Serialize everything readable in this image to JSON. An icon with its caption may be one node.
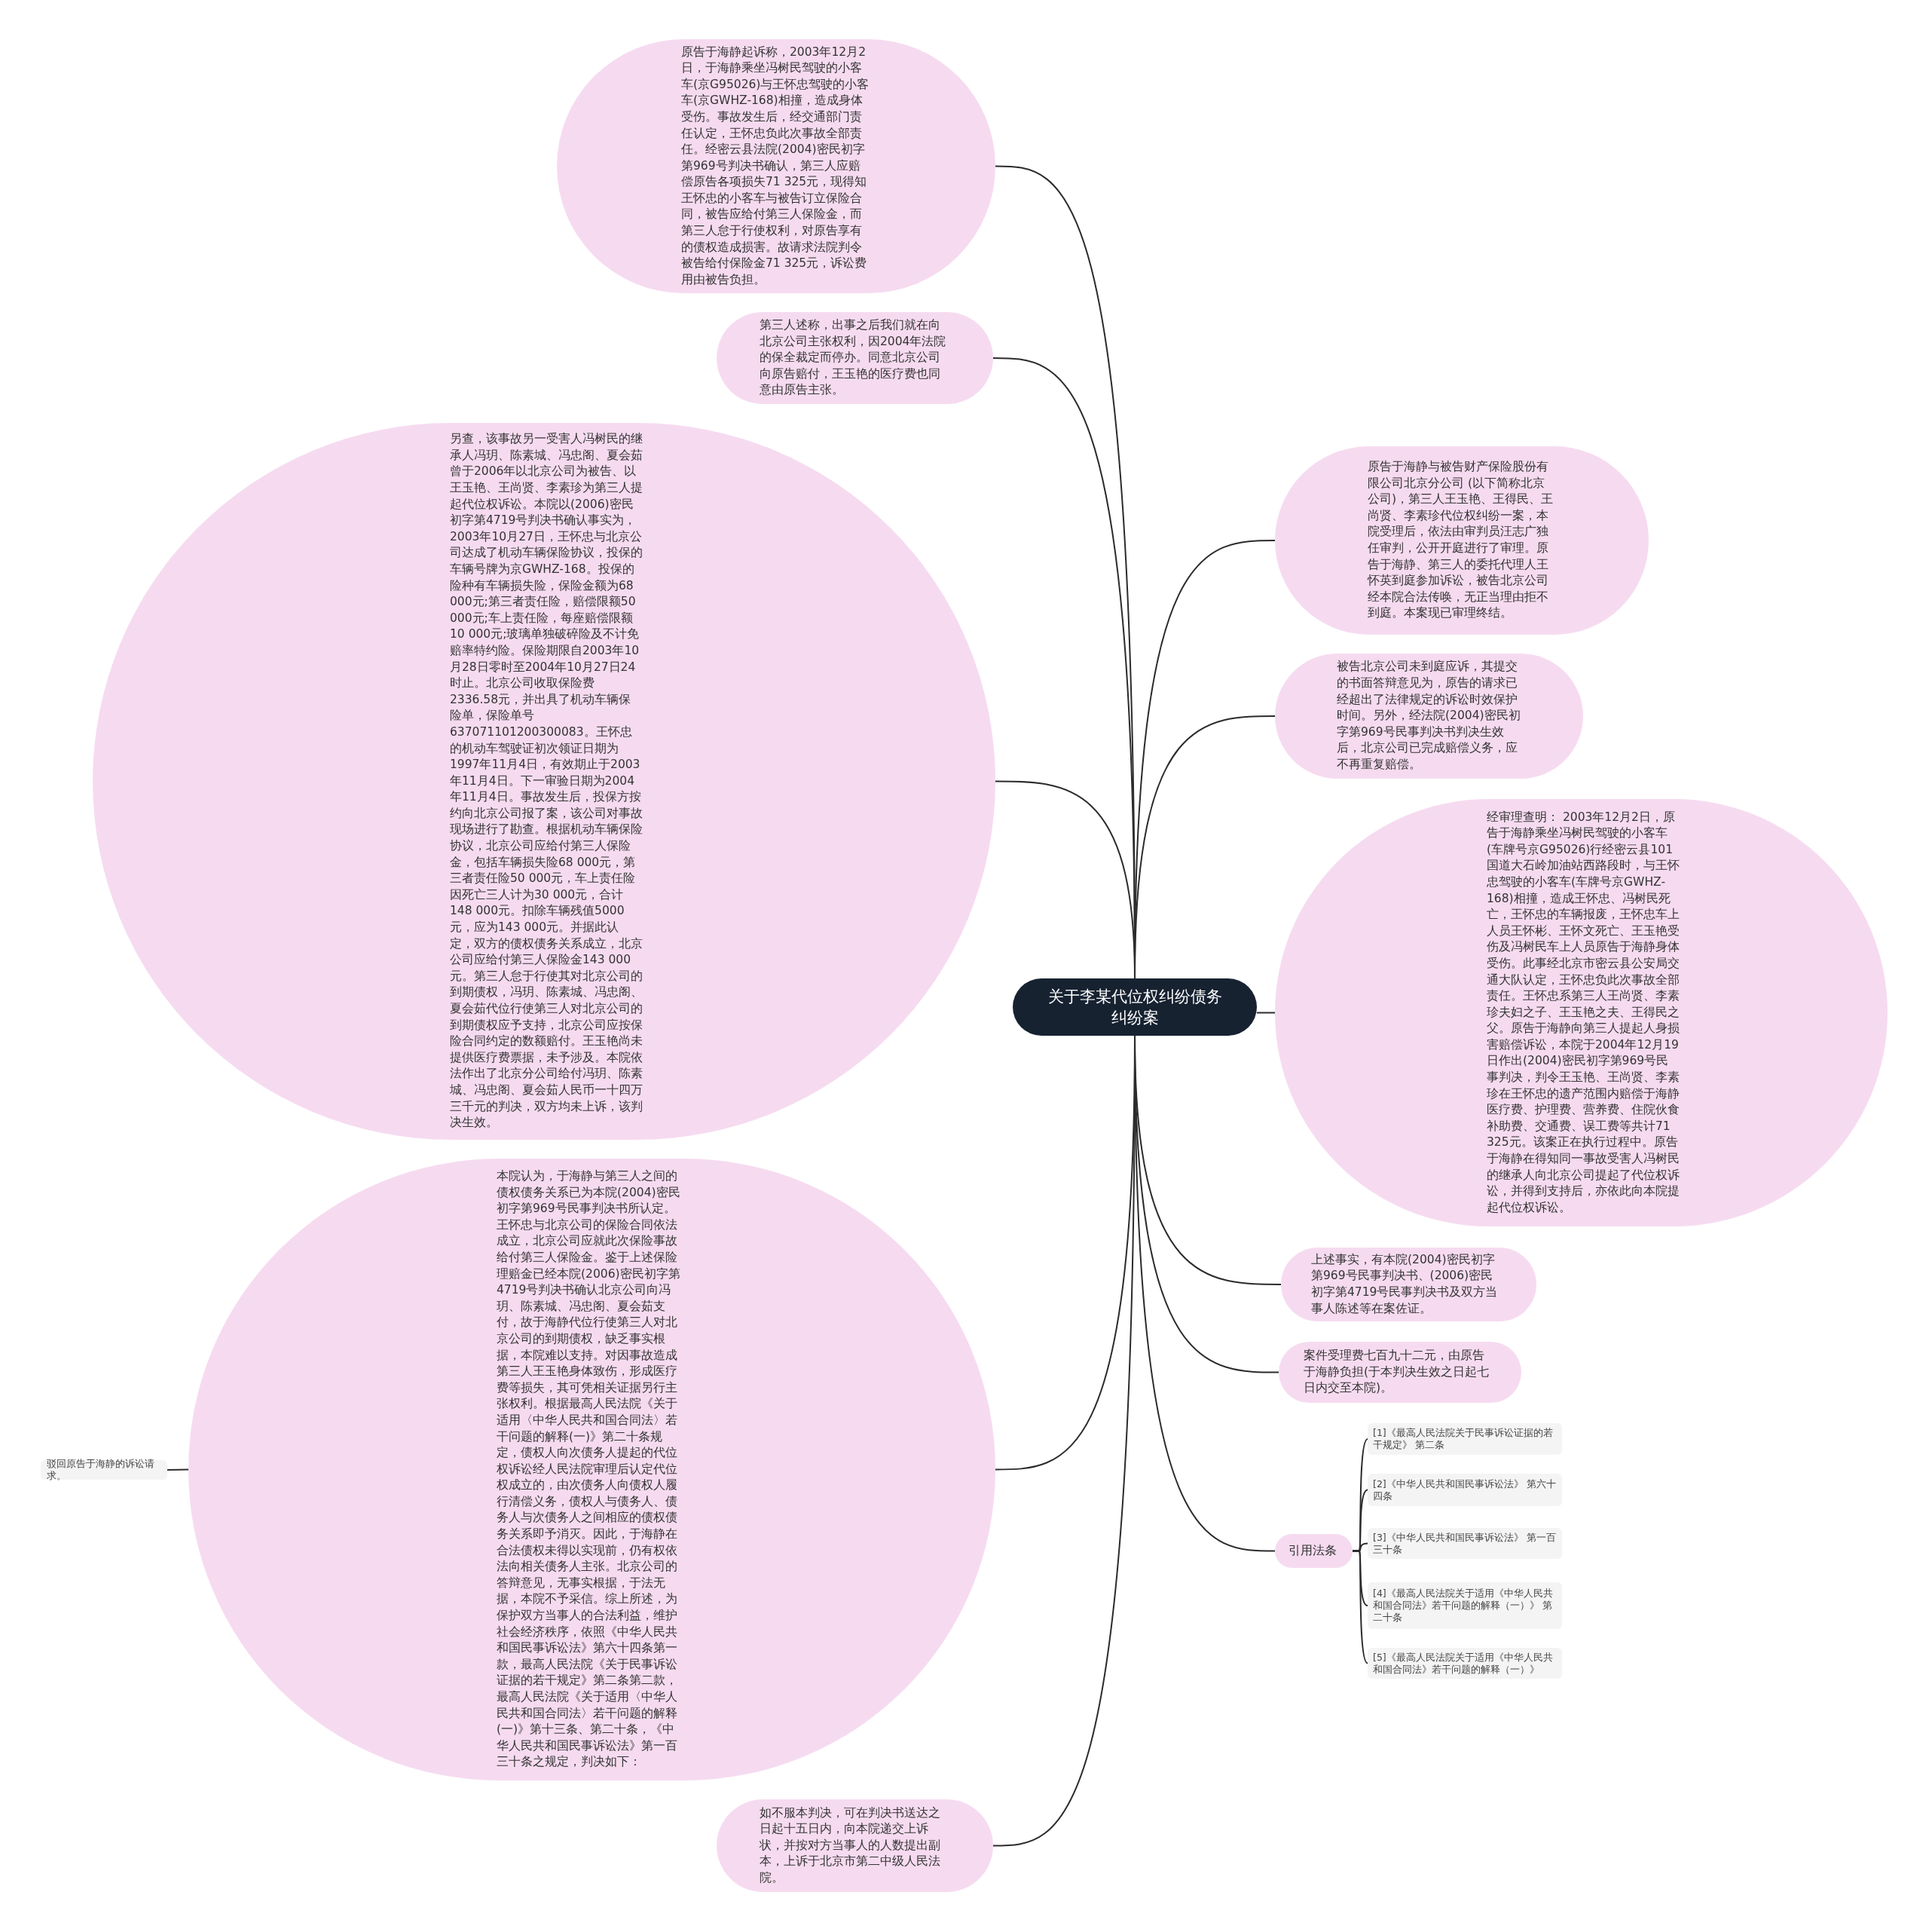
{
  "diagram": {
    "nodes": [
      {
        "text": [
          "关于李某代位权纠纷债务纠纷案"
        ]
      },
      {
        "text": [
          "原告于海静起诉称，2003年12月2日，于海静乘坐冯树民驾驶的小客车(京G95026)与王怀忠驾驶的小客车(京GWHZ-168)相撞，造成身体受伤。事故发生后，经交通部门责任认定，王怀忠负此次事故全部责任。经密云县法院(2004)密民初字第969号判决书确认，第三人应赔偿原告各项损失71 325元，现得知王怀忠的小客车与被告订立保险合同，被告应给付第三人保险金，而第三人怠于行使权利，对原告享有的债权造成损害。故请求法院判令被告给付保险金71 325元，诉讼费用由被告负担。"
        ]
      },
      {
        "text": [
          "第三人述称，出事之后我们就在向北京公司主张权利，因2004年法院的保全裁定而停办。同意北京公司向原告赔付，王玉艳的医疗费也同意由原告主张。"
        ]
      },
      {
        "text": [
          "另查，该事故另一受害人冯树民的继承人冯玥、陈素城、冯忠阁、夏会茹曾于2006年以北京公司为被告、以王玉艳、王尚贤、李素珍为第三人提起代位权诉讼。本院以(2006)密民初字第4719号判决书确认事实为，2003年10月27日，王怀忠与北京公司达成了机动车辆保险协议，投保的车辆号牌为京GWHZ-168。投保的险种有车辆损失险，保险金额为68 000元;第三者责任险，赔偿限额50 000元;车上责任险，每座赔偿限额10 000元;玻璃单独破碎险及不计免赔率特约险。保险期限自2003年10月28日零时至2004年10月27日24时止。北京公司收取保险费2336.58元，并出具了机动车辆保险单，保险单号637071101200300083。王怀忠的机动车驾驶证初次领证日期为1997年11月4日，有效期止于2003年11月4日。下一审验日期为2004年11月4日。事故发生后，投保方按约向北京公司报了案，该公司对事故现场进行了勘查。根据机动车辆保险协议，北京公司应给付第三人保险金，包括车辆损失险68 000元，第三者责任险50 000元，车上责任险因死亡三人计为30 000元，合计148 000元。扣除车辆残值5000元，应为143 000元。并据此认定，双方的债权债务关系成立，北京公司应给付第三人保险金143 000元。第三人怠于行使其对北京公司的到期债权，冯玥、陈素城、冯忠阁、夏会茹代位行使第三人对北京公司的到期债权应予支持，北京公司应按保险合同约定的数额赔付。王玉艳尚未提供医疗费票据，未予涉及。本院依法作出了北京分公司给付冯玥、陈素城、冯忠阁、夏会茹人民币一十四万三千元的判决，双方均未上诉，该判决生效。"
        ]
      },
      {
        "text": [
          "本院认为，于海静与第三人之间的债权债务关系已为本院(2004)密民初字第969号民事判决书所认定。王怀忠与北京公司的保险合同依法成立，北京公司应就此次保险事故给付第三人保险金。鉴于上述保险理赔金已经本院(2006)密民初字第4719号判决书确认北京公司向冯玥、陈素城、冯忠阁、夏会茹支付，故于海静代位行使第三人对北京公司的到期债权，缺乏事实根据，本院难以支持。对因事故造成第三人王玉艳身体致伤，形成医疗费等损失，其可凭相关证据另行主张权利。根据最高人民法院《关于适用〈中华人民共和国合同法〉若干问题的解释(一)》第二十条规定，债权人向次债务人提起的代位权诉讼经人民法院审理后认定代位权成立的，由次债务人向债权人履行清偿义务，债权人与债务人、债务人与次债务人之间相应的债权债务关系即予消灭。因此，于海静在合法债权未得以实现前，仍有权依法向相关债务人主张。北京公司的答辩意见，无事实根据，于法无据，本院不予采信。综上所述，为保护双方当事人的合法利益，维护社会经济秩序，依照《中华人民共和国民事诉讼法》第六十四条第一款，最高人民法院《关于民事诉讼证据的若干规定》第二条第二款，最高人民法院《关于适用〈中华人民共和国合同法〉若干问题的解释(一)》第十三条、第二十条，《中华人民共和国民事诉讼法》第一百三十条之规定，判决如下："
        ]
      },
      {
        "text": [
          "驳回原告于海静的诉讼请求。"
        ]
      },
      {
        "text": [
          "如不服本判决，可在判决书送达之日起十五日内，向本院递交上诉状，并按对方当事人的人数提出副本，上诉于北京市第二中级人民法院。"
        ]
      },
      {
        "text": [
          "原告于海静与被告财产保险股份有限公司北京分公司 (以下简称北京公司)，第三人王玉艳、王得民、王尚贤、李素珍代位权纠纷一案，本院受理后，依法由审判员汪志广独任审判，公开开庭进行了审理。原告于海静、第三人的委托代理人王怀英到庭参加诉讼，被告北京公司经本院合法传唤，无正当理由拒不到庭。本案现已审理终结。"
        ]
      },
      {
        "text": [
          "被告北京公司未到庭应诉，其提交的书面答辩意见为，原告的请求已经超出了法律规定的诉讼时效保护时间。另外，经法院(2004)密民初字第969号民事判决书判决生效后，北京公司已完成赔偿义务，应不再重复赔偿。"
        ]
      },
      {
        "text": [
          "经审理查明： 2003年12月2日，原告于海静乘坐冯树民驾驶的小客车(车牌号京G95026)行经密云县101国道大石岭加油站西路段时，与王怀忠驾驶的小客车(车牌号京GWHZ-168)相撞，造成王怀忠、冯树民死亡，王怀忠的车辆报废，王怀忠车上人员王怀彬、王怀文死亡、王玉艳受伤及冯树民车上人员原告于海静身体受伤。此事经北京市密云县公安局交通大队认定，王怀忠负此次事故全部责任。王怀忠系第三人王尚贤、李素珍夫妇之子、王玉艳之夫、王得民之父。原告于海静向第三人提起人身损害赔偿诉讼，本院于2004年12月19日作出(2004)密民初字第969号民事判决，判令王玉艳、王尚贤、李素珍在王怀忠的遗产范围内赔偿于海静医疗费、护理费、营养费、住院伙食补助费、交通费、误工费等共计71 325元。该案正在执行过程中。原告于海静在得知同一事故受害人冯树民的继承人向北京公司提起了代位权诉讼，并得到支持后，亦依此向本院提起代位权诉讼。"
        ]
      },
      {
        "text": [
          "上述事实，有本院(2004)密民初字第969号民事判决书、(2006)密民初字第4719号民事判决书及双方当事人陈述等在案佐证。"
        ]
      },
      {
        "text": [
          "案件受理费七百九十二元，由原告于海静负担(于本判决生效之日起七日内交至本院)。"
        ]
      },
      {
        "text": [
          "引用法条"
        ]
      },
      {
        "text": [
          "[1]《最高人民法院关于民事诉讼证据的若干规定》 第二条"
        ]
      },
      {
        "text": [
          "[2]《中华人民共和国民事诉讼法》 第六十四条"
        ]
      },
      {
        "text": [
          "[3]《中华人民共和国民事诉讼法》 第一百三十条"
        ]
      },
      {
        "text": [
          "[4]《最高人民法院关于适用《中华人民共和国合同法》若干问题的解释（一）》 第二十条"
        ]
      },
      {
        "text": [
          "[5]《最高人民法院关于适用《中华人民共和国合同法》若干问题的解释（一）》"
        ]
      }
    ],
    "edges": [
      {
        "from": 0,
        "to": 1,
        "arrow": "none"
      },
      {
        "from": 0,
        "to": 2,
        "arrow": "none"
      },
      {
        "from": 0,
        "to": 3,
        "arrow": "none"
      },
      {
        "from": 0,
        "to": 4,
        "arrow": "none"
      },
      {
        "from": 4,
        "to": 5,
        "arrow": "none"
      },
      {
        "from": 0,
        "to": 6,
        "arrow": "none"
      },
      {
        "from": 0,
        "to": 7,
        "arrow": "none"
      },
      {
        "from": 0,
        "to": 8,
        "arrow": "none"
      },
      {
        "from": 0,
        "to": 9,
        "arrow": "none"
      },
      {
        "from": 0,
        "to": 10,
        "arrow": "none"
      },
      {
        "from": 0,
        "to": 11,
        "arrow": "none"
      },
      {
        "from": 0,
        "to": 12,
        "arrow": "none"
      },
      {
        "from": 12,
        "to": 13,
        "arrow": "none"
      },
      {
        "from": 12,
        "to": 14,
        "arrow": "none"
      },
      {
        "from": 12,
        "to": 15,
        "arrow": "none"
      },
      {
        "from": 12,
        "to": 16,
        "arrow": "none"
      },
      {
        "from": 12,
        "to": 17,
        "arrow": "none"
      }
    ]
  }
}
